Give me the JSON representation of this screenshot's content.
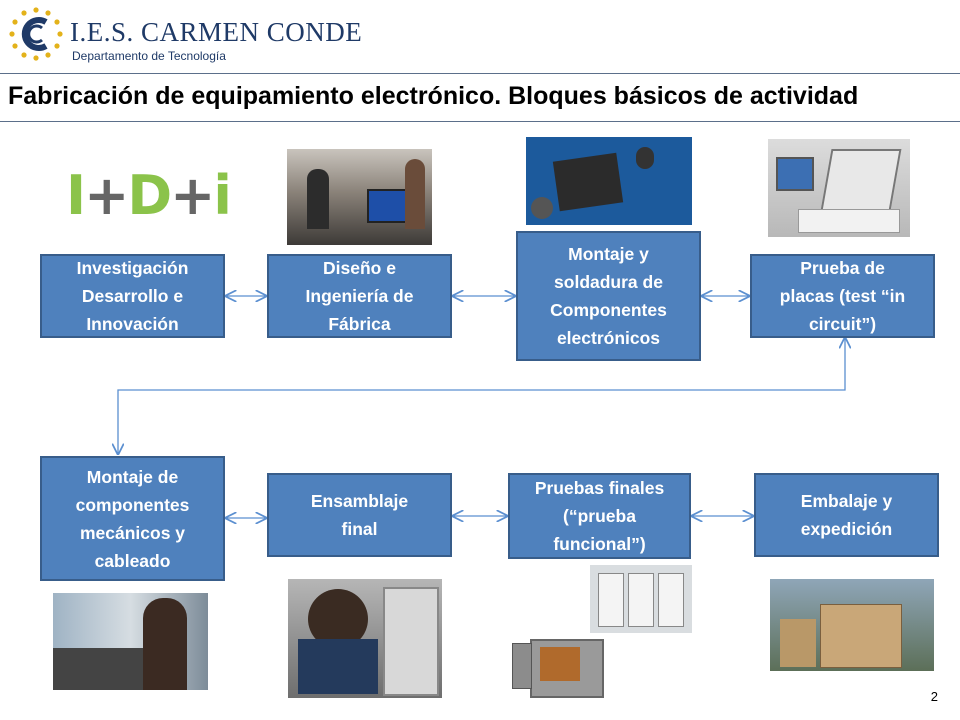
{
  "header": {
    "school_name": "I.E.S. CARMEN CONDE",
    "department": "Departamento de Tecnología"
  },
  "title": "Fabricación de equipamiento electrónico. Bloques básicos de actividad",
  "idi_logo": {
    "part1": "I",
    "plus1": "+",
    "part2": "D",
    "plus2": "+",
    "part3": "i"
  },
  "blocks": {
    "idi": "Investigación\nDesarrollo e\nInnovación",
    "design": "Diseño e\nIngeniería de\nFábrica",
    "soldering": "Montaje y\nsoldadura  de\nComponentes\nelectrónicos",
    "test": "Prueba de\nplacas (test “in\ncircuit”)",
    "mechanical": "Montaje de\ncomponentes\nmecánicos y\ncableado",
    "assembly": "Ensamblaje\nfinal",
    "final_tests": "Pruebas finales\n(“prueba\nfuncional”)",
    "packaging": "Embalaje  y\nexpedición"
  },
  "page_number": "2",
  "colors": {
    "box_fill": "#4f81bd",
    "box_border": "#385d8a",
    "arrow": "#5b8fd0",
    "logo_blue": "#1f3a67",
    "idi_green": "#8bc34a"
  }
}
